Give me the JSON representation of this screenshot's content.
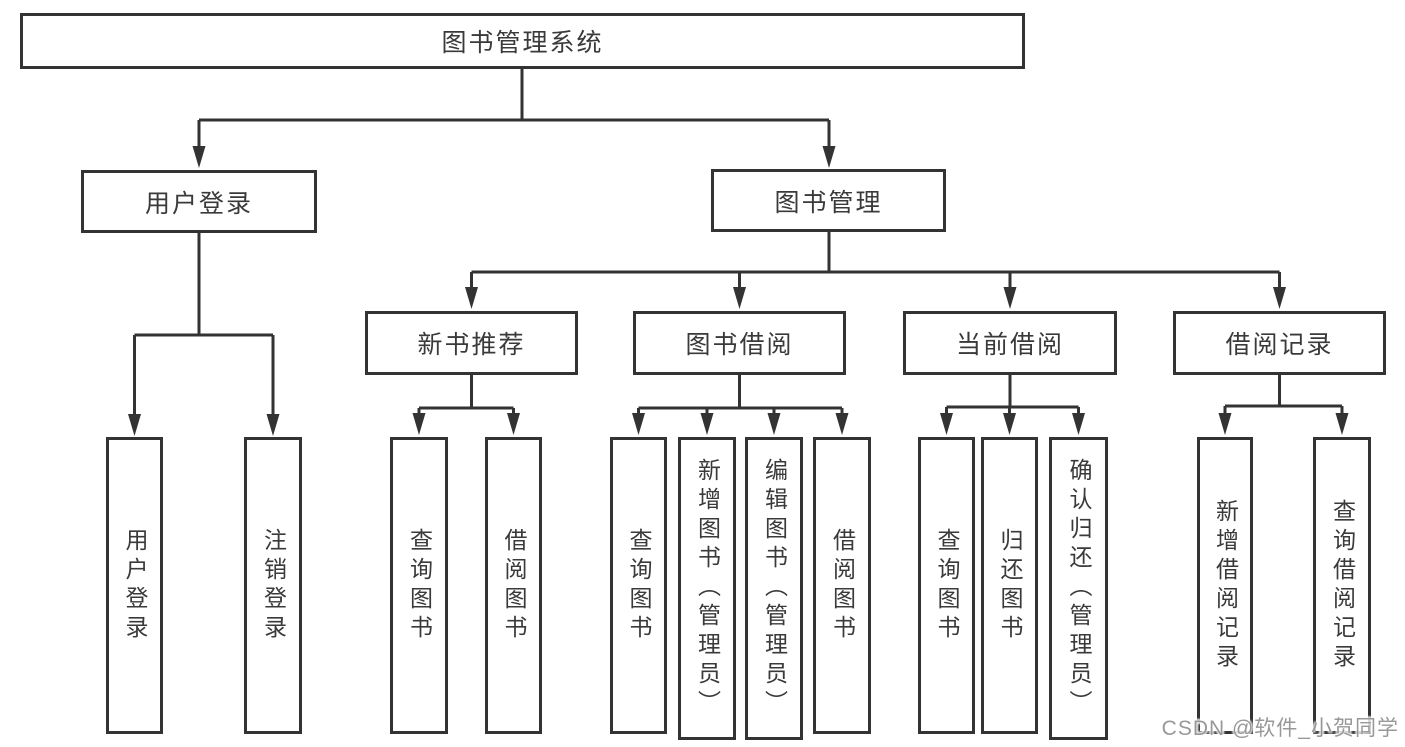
{
  "diagram_title": "图书管理系统",
  "tree": {
    "label": "图书管理系统",
    "children": [
      {
        "label": "用户登录",
        "children": [
          {
            "label": "用户登录"
          },
          {
            "label": "注销登录"
          }
        ]
      },
      {
        "label": "图书管理",
        "children": [
          {
            "label": "新书推荐",
            "children": [
              {
                "label": "查询图书"
              },
              {
                "label": "借阅图书"
              }
            ]
          },
          {
            "label": "图书借阅",
            "children": [
              {
                "label": "查询图书"
              },
              {
                "label": "新增图书（管理员）"
              },
              {
                "label": "编辑图书（管理员）"
              },
              {
                "label": "借阅图书"
              }
            ]
          },
          {
            "label": "当前借阅",
            "children": [
              {
                "label": "查询图书"
              },
              {
                "label": "归还图书"
              },
              {
                "label": "确认归还（管理员）"
              }
            ]
          },
          {
            "label": "借阅记录",
            "children": [
              {
                "label": "新增借阅记录"
              },
              {
                "label": "查询借阅记录"
              }
            ]
          }
        ]
      }
    ]
  },
  "watermark": {
    "text": "CSDN @软件_小贺同学"
  },
  "colors": {
    "line": "#333333",
    "border": "#333333",
    "text": "#3a3a3a",
    "watermark": "#989898",
    "background": "#ffffff"
  }
}
